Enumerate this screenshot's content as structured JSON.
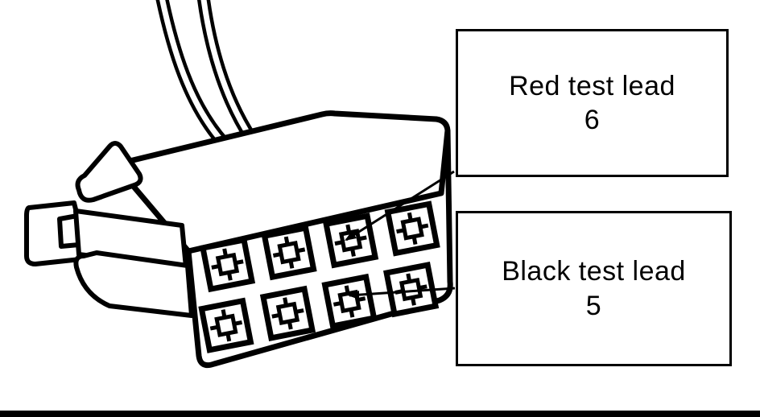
{
  "callouts": {
    "red": {
      "label": "Red test lead",
      "number": "6"
    },
    "black": {
      "label": "Black test lead",
      "number": "5"
    }
  },
  "colors": {
    "ink": "#000000",
    "paper": "#ffffff"
  }
}
